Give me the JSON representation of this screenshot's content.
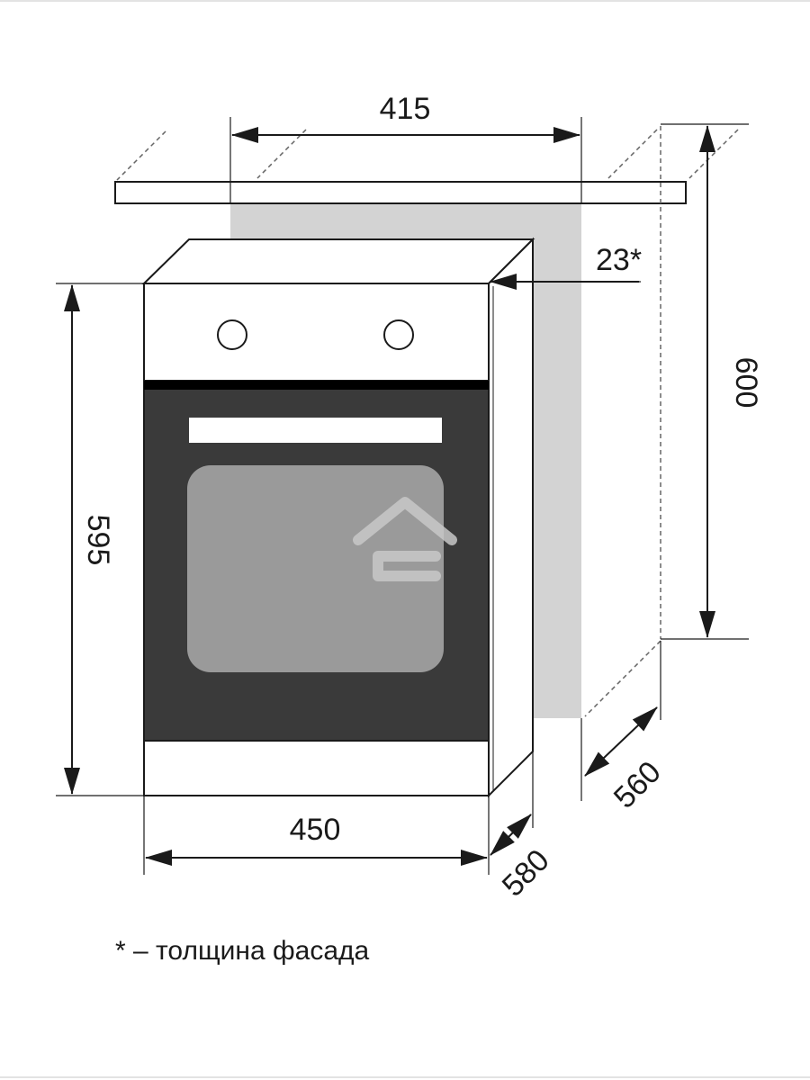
{
  "dimensions": {
    "cutout_width": "415",
    "facade_thickness": "23*",
    "cutout_height": "600",
    "oven_height": "595",
    "oven_width": "450",
    "oven_depth": "580",
    "cutout_depth": "560"
  },
  "footnote": "* – толщина фасада",
  "colors": {
    "line": "#1a1a1a",
    "cutout_fill": "#d3d3d3",
    "door": "#3a3a3a",
    "window": "#9a9a9a",
    "watermark": "#c8c8c8"
  },
  "icons": [
    "watermark-home-icon",
    "knob-icon"
  ]
}
